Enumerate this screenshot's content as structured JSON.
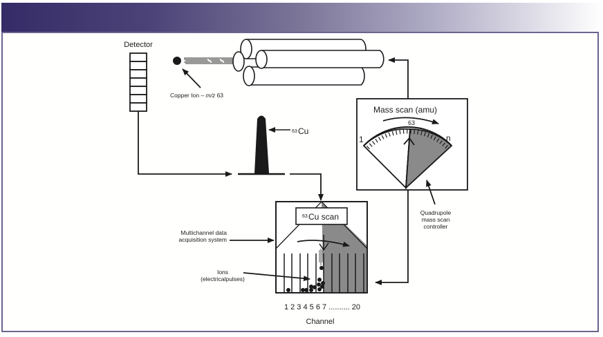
{
  "figure": {
    "labels": {
      "detector": "Detector",
      "copper_ion": "Copper Ion – ",
      "copper_ion_mz": "m/z",
      "copper_ion_value": " 63",
      "peak_isotope_sup": "63",
      "peak_isotope_element": "Cu",
      "mass_scan_title": "Mass scan (amu)",
      "mass_scan_value": "63",
      "mass_scan_min": "1",
      "mass_scan_max": "n",
      "cu_scan_sup": "63",
      "cu_scan_label": "Cu scan",
      "multichannel_line1": "Multichannel data",
      "multichannel_line2": "acquisition system",
      "ions_line1": "Ions",
      "ions_line2": "(electricalpulses)",
      "quadrupole_line1": "Quadrupole",
      "quadrupole_line2": "mass scan",
      "quadrupole_line3": "controller",
      "channel_numbers": "1 2 3 4 5 6 7 .......... 20",
      "channel_axis": "Channel"
    },
    "colors": {
      "header_dark": "#352b67",
      "frame_border": "#6b6490",
      "shaded": "#8a8a8a",
      "ink": "#1a1a1a"
    }
  }
}
